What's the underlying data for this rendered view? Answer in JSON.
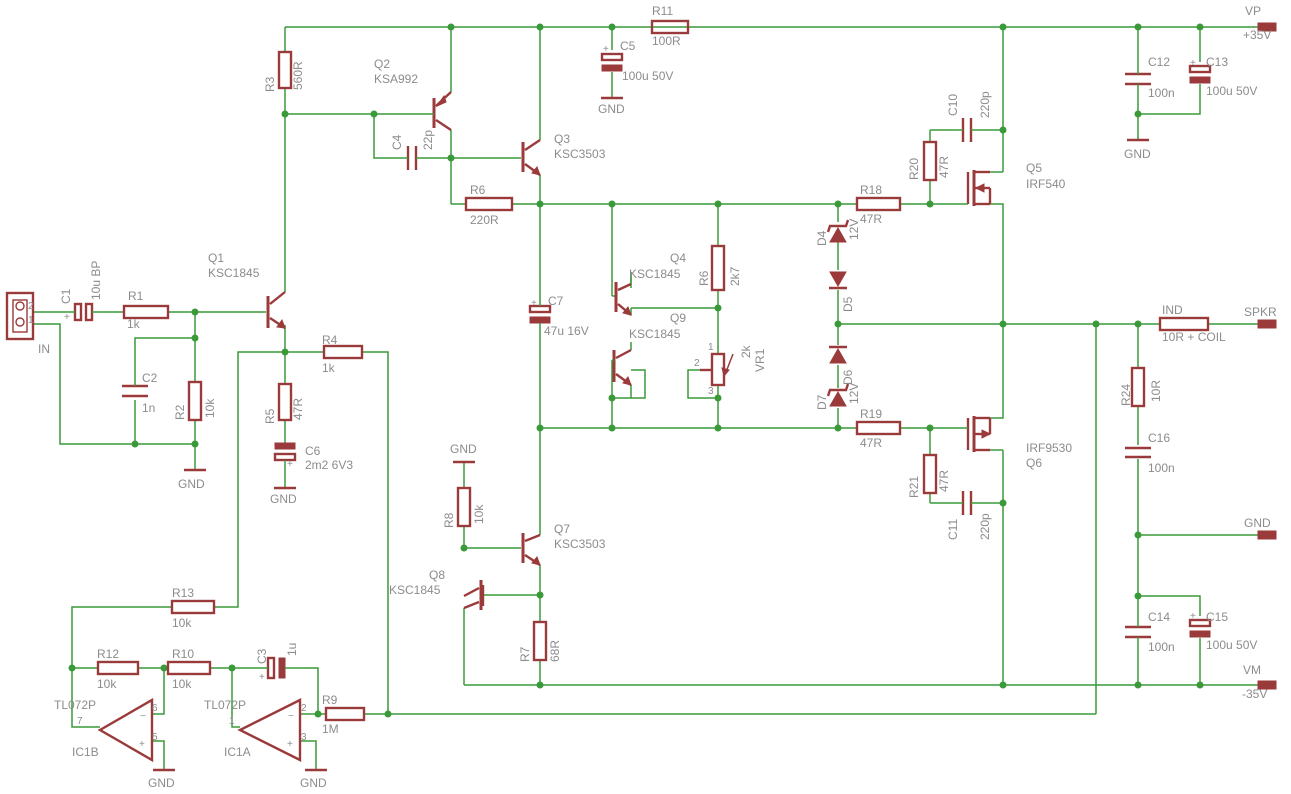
{
  "components": {
    "r1": {
      "ref": "R1",
      "val": "1k"
    },
    "r2": {
      "ref": "R2",
      "val": "10k"
    },
    "r3": {
      "ref": "R3",
      "val": "560R"
    },
    "r4": {
      "ref": "R4",
      "val": "1k"
    },
    "r5": {
      "ref": "R5",
      "val": "47R"
    },
    "r6a": {
      "ref": "R6",
      "val": "220R"
    },
    "r6b": {
      "ref": "R6",
      "val": "2k7"
    },
    "r7": {
      "ref": "R7",
      "val": "68R"
    },
    "r8": {
      "ref": "R8",
      "val": "10k"
    },
    "r9": {
      "ref": "R9",
      "val": "1M"
    },
    "r10": {
      "ref": "R10",
      "val": "10k"
    },
    "r11": {
      "ref": "R11",
      "val": "100R"
    },
    "r12": {
      "ref": "R12",
      "val": "10k"
    },
    "r13": {
      "ref": "R13",
      "val": "10k"
    },
    "r18": {
      "ref": "R18",
      "val": "47R"
    },
    "r19": {
      "ref": "R19",
      "val": "47R"
    },
    "r20": {
      "ref": "R20",
      "val": "47R"
    },
    "r21": {
      "ref": "R21",
      "val": "47R"
    },
    "r24": {
      "ref": "R24",
      "val": "10R"
    },
    "c1": {
      "ref": "C1",
      "val": "10u BP"
    },
    "c2": {
      "ref": "C2",
      "val": "1n"
    },
    "c3": {
      "ref": "C3",
      "val": "1u"
    },
    "c4": {
      "ref": "C4",
      "val": "22p"
    },
    "c5": {
      "ref": "C5",
      "val": "100u 50V"
    },
    "c6": {
      "ref": "C6",
      "val": "2m2 6V3"
    },
    "c7": {
      "ref": "C7",
      "val": "47u 16V"
    },
    "c10": {
      "ref": "C10",
      "val": "220p"
    },
    "c11": {
      "ref": "C11",
      "val": "220p"
    },
    "c12": {
      "ref": "C12",
      "val": "100n"
    },
    "c13": {
      "ref": "C13",
      "val": "100u 50V"
    },
    "c14": {
      "ref": "C14",
      "val": "100n"
    },
    "c15": {
      "ref": "C15",
      "val": "100u 50V"
    },
    "c16": {
      "ref": "C16",
      "val": "100n"
    },
    "q1": {
      "ref": "Q1",
      "val": "KSC1845"
    },
    "q2": {
      "ref": "Q2",
      "val": "KSA992"
    },
    "q3": {
      "ref": "Q3",
      "val": "KSC3503"
    },
    "q4": {
      "ref": "Q4",
      "val": "KSC1845"
    },
    "q5": {
      "ref": "Q5",
      "val": "IRF540"
    },
    "q6": {
      "ref": "Q6",
      "val": "IRF9530"
    },
    "q7": {
      "ref": "Q7",
      "val": "KSC3503"
    },
    "q8": {
      "ref": "Q8",
      "val": "KSC1845"
    },
    "q9": {
      "ref": "Q9",
      "val": "KSC1845"
    },
    "d4": {
      "ref": "D4",
      "val": "12V"
    },
    "d5": {
      "ref": "D5"
    },
    "d6": {
      "ref": "D6",
      "val": "12V"
    },
    "d7": {
      "ref": "D7"
    },
    "vr1": {
      "ref": "VR1",
      "val": "2k"
    },
    "ic1a": {
      "ref": "IC1A",
      "val": "TL072P"
    },
    "ic1b": {
      "ref": "IC1B",
      "val": "TL072P"
    },
    "ind": {
      "ref": "IND",
      "val": "10R + COIL"
    }
  },
  "nets": {
    "gnd": "GND",
    "vp": "VP",
    "vp_val": "+35V",
    "vm": "VM",
    "vm_val": "-35V",
    "spkr": "SPKR",
    "in": "IN"
  },
  "pins": {
    "p1": "1",
    "p2": "2",
    "p3": "3",
    "p5": "5",
    "p6": "6",
    "p7": "7",
    "minus": "−",
    "plus": "+"
  },
  "colors": {
    "wire": "#3a9a3a",
    "part": "#9b3a3a",
    "text": "#8c8c8c"
  }
}
